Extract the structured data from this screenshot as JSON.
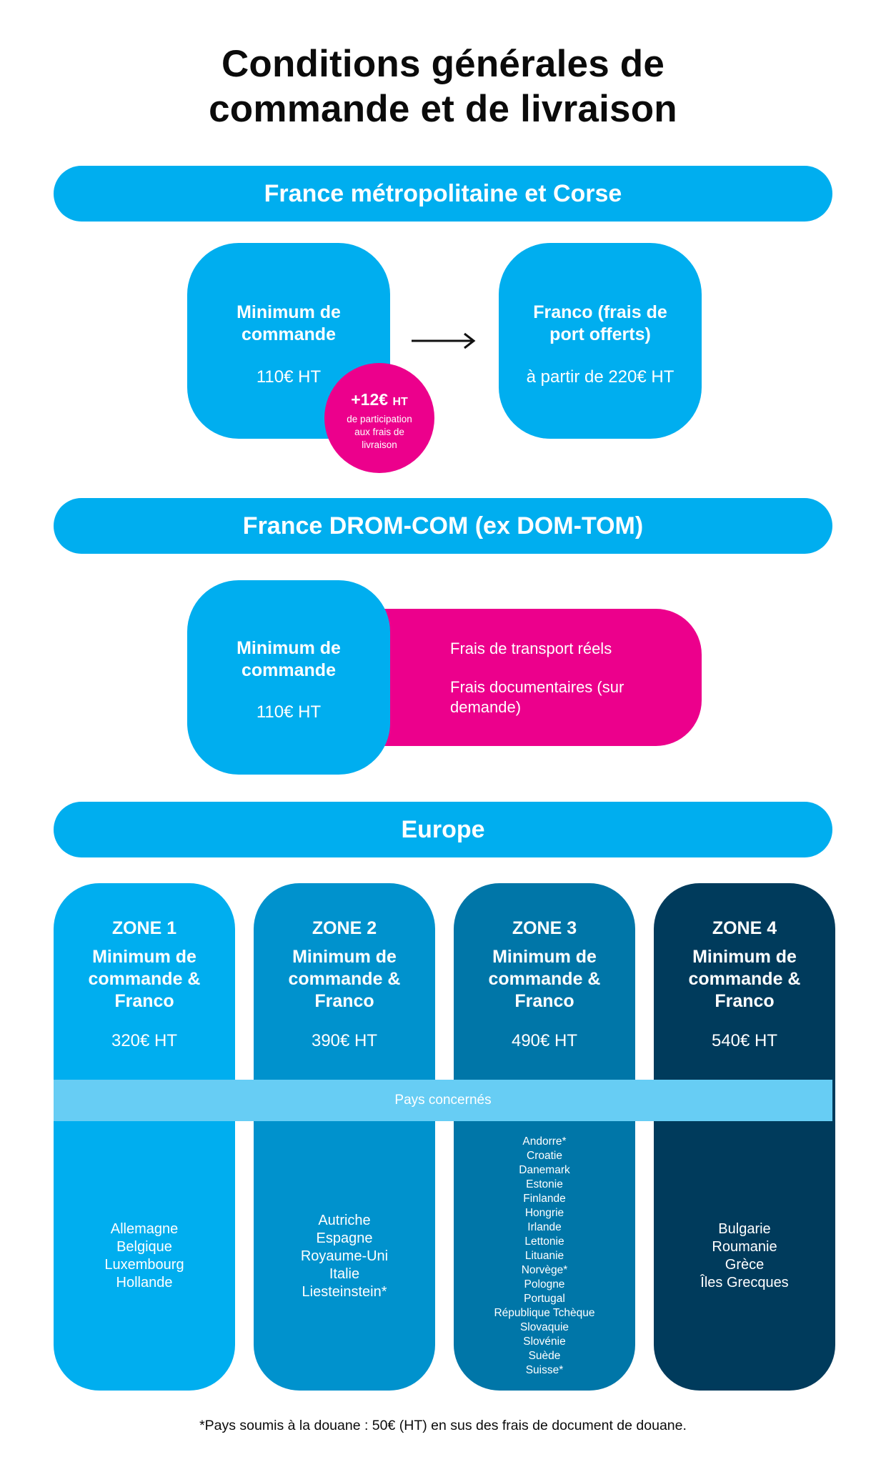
{
  "title_line1": "Conditions générales de",
  "title_line2": "commande et de livraison",
  "section_france": {
    "label": "France métropolitaine et Corse",
    "min_title": "Minimum de commande",
    "min_value": "110€ HT",
    "badge_amount": "+12€",
    "badge_unit": "HT",
    "badge_text": "de participation aux frais de livraison",
    "franco_title": "Franco (frais de port offerts)",
    "franco_value": "à partir de 220€ HT"
  },
  "section_domcom": {
    "label": "France DROM-COM (ex DOM-TOM)",
    "min_title": "Minimum de commande",
    "min_value": "110€ HT",
    "fee_1": "Frais de transport réels",
    "fee_2": "Frais documentaires (sur demande)"
  },
  "section_europe": {
    "label": "Europe",
    "countries_header": "Pays concernés",
    "zones": [
      {
        "name": "ZONE 1",
        "sub": "Minimum de commande & Franco",
        "price": "320€ HT",
        "color": "#00aeef",
        "countries": [
          "Allemagne",
          "Belgique",
          "Luxembourg",
          "Hollande"
        ]
      },
      {
        "name": "ZONE 2",
        "sub": "Minimum de commande & Franco",
        "price": "390€ HT",
        "color": "#0092cd",
        "countries": [
          "Autriche",
          "Espagne",
          "Royaume-Uni",
          "Italie",
          "Liesteinstein*"
        ]
      },
      {
        "name": "ZONE 3",
        "sub": "Minimum de commande & Franco",
        "price": "490€ HT",
        "color": "#0076a8",
        "countries": [
          "Andorre*",
          "Croatie",
          "Danemark",
          "Estonie",
          "Finlande",
          "Hongrie",
          "Irlande",
          "Lettonie",
          "Lituanie",
          "Norvège*",
          "Pologne",
          "Portugal",
          "République Tchèque",
          "Slovaquie",
          "Slovénie",
          "Suède",
          "Suisse*"
        ]
      },
      {
        "name": "ZONE 4",
        "sub": "Minimum de commande & Franco",
        "price": "540€ HT",
        "color": "#003b5c",
        "countries": [
          "Bulgarie",
          "Roumanie",
          "Grèce",
          "Îles Grecques"
        ]
      }
    ]
  },
  "footnote": "*Pays soumis à la douane : 50€ (HT) en sus des frais de document de douane.",
  "colors": {
    "cyan": "#00aeef",
    "light_cyan": "#67cdf4",
    "magenta": "#ec008c",
    "zone2": "#0092cd",
    "zone3": "#0076a8",
    "zone4": "#003b5c"
  },
  "icons": {
    "arrow": "arrow-right-icon"
  }
}
